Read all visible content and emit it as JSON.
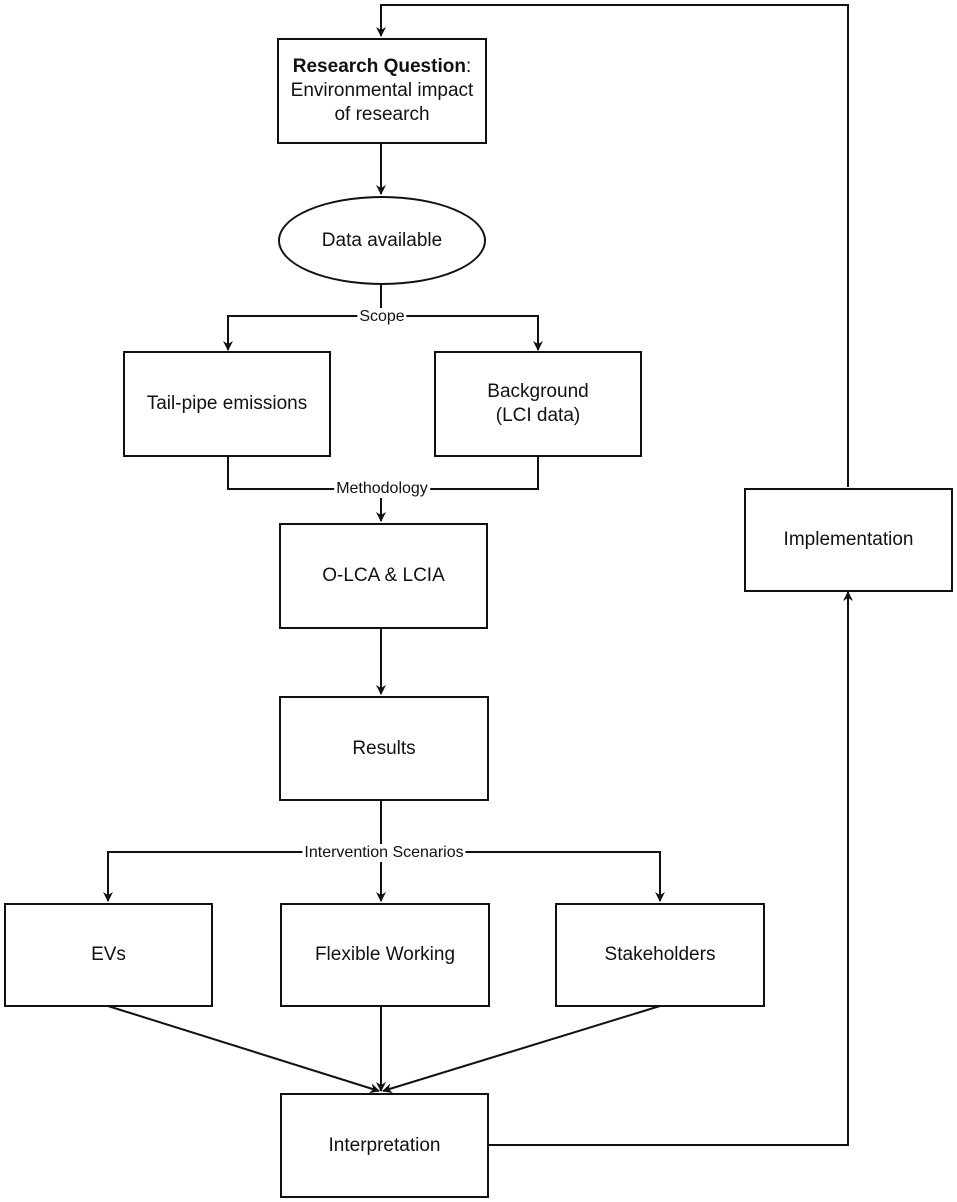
{
  "nodes": {
    "research_question": {
      "title": "Research Question",
      "colon": ":",
      "line2": "Environmental impact",
      "line3": "of research"
    },
    "data_available": {
      "label": "Data available"
    },
    "tailpipe": {
      "label": "Tail-pipe emissions"
    },
    "background": {
      "line1": "Background",
      "line2": "(LCI data)"
    },
    "olca": {
      "label": "O-LCA & LCIA"
    },
    "results": {
      "label": "Results"
    },
    "evs": {
      "label": "EVs"
    },
    "flexible": {
      "label": "Flexible Working"
    },
    "stakeholders": {
      "label": "Stakeholders"
    },
    "interpretation": {
      "label": "Interpretation"
    },
    "implementation": {
      "label": "Implementation"
    }
  },
  "edge_labels": {
    "scope": "Scope",
    "methodology": "Methodology",
    "intervention": "Intervention Scenarios"
  },
  "colors": {
    "stroke": "#111111",
    "background": "#ffffff"
  }
}
